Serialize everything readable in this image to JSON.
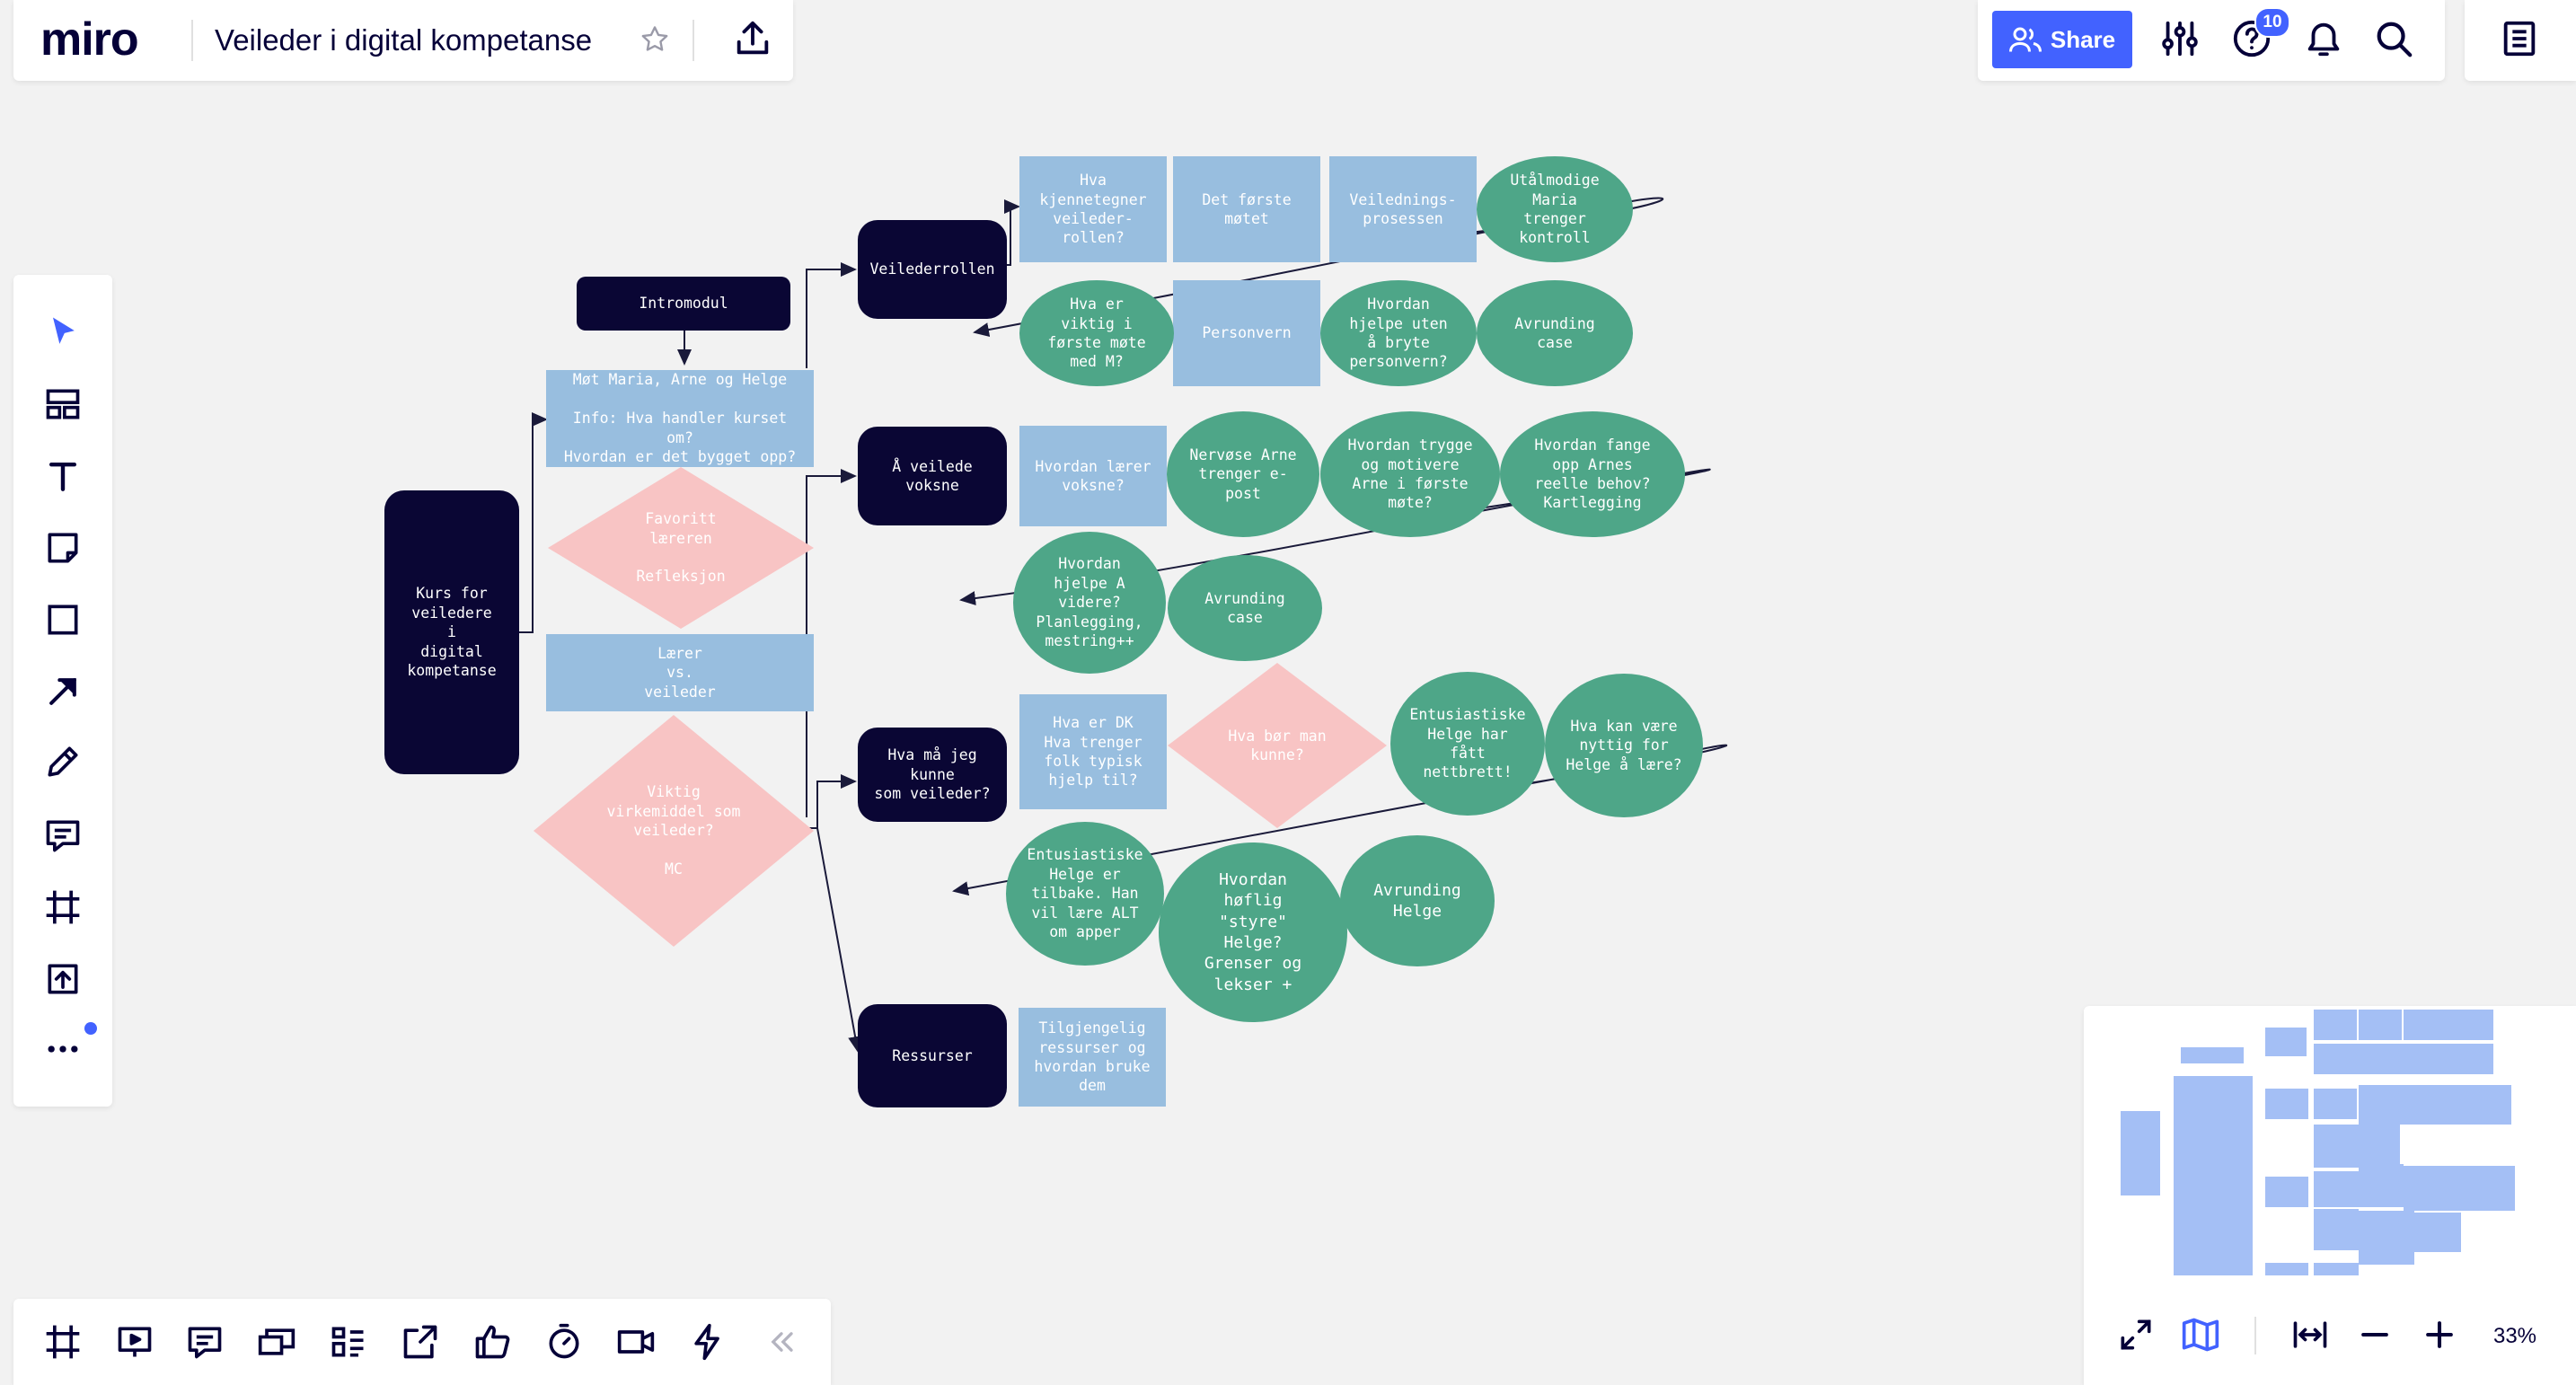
{
  "app": {
    "logo": "miro",
    "board_title": "Veileder i digital kompetanse"
  },
  "header": {
    "share_label": "Share",
    "help_badge": "10",
    "icons": [
      "star-icon",
      "upload-icon",
      "share-users-icon",
      "settings-sliders-icon",
      "help-icon",
      "bell-icon",
      "search-icon",
      "notes-icon"
    ]
  },
  "left_toolbar": {
    "tools": [
      "select-cursor-icon",
      "templates-icon",
      "text-icon",
      "sticky-note-icon",
      "shape-icon",
      "arrow-icon",
      "pen-icon",
      "comment-icon",
      "frame-icon",
      "upload-file-icon",
      "more-icon"
    ]
  },
  "bottom_toolbar": {
    "tools": [
      "frames-icon",
      "presentation-icon",
      "comments-icon",
      "cards-icon",
      "kanban-icon",
      "export-icon",
      "vote-icon",
      "timer-icon",
      "video-icon",
      "lightning-icon",
      "collapse-icon"
    ]
  },
  "zoom": {
    "level": "33%"
  },
  "colors": {
    "accent": "#4262ff",
    "dark_node": "#0a0634",
    "blue_node": "#98bedf",
    "green_node": "#4ea688",
    "pink_node": "#f8c4c4"
  },
  "diagram": {
    "course": "Kurs for\nveiledere\ni\ndigital\nkompetanse",
    "intro": "Intromodul",
    "meet": "Møt Maria, Arne og Helge\n\nInfo: Hva handler kurset om?\nHvordan er det bygget opp?",
    "favoritt": "Favoritt\nlæreren\n\nRefleksjon",
    "laerer": "Lærer\nvs.\nveileder",
    "viktig": "Viktig\nvirkemiddel som\nveileder?\n\nMC",
    "veilederrollen": "Veilederrollen",
    "kjennetegner": "Hva\nkjennetegner\nveileder-\nrollen?",
    "forste_motet": "Det første\nmøtet",
    "prosessen": "Veilednings-\nprosessen",
    "utalmodige": "Utålmodige\nMaria\ntrenger\nkontroll",
    "viktig_forste": "Hva er\nviktig i\nførste møte\nmed M?",
    "personvern": "Personvern",
    "hjelpe_uten": "Hvordan\nhjelpe uten\nå bryte\npersonvern?",
    "avrunding1": "Avrunding\ncase",
    "veilede_voksne": "Å veilede voksne",
    "laerer_voksne": "Hvordan lærer\nvoksne?",
    "nervose": "Nervøse Arne\ntrenger e-\npost",
    "trygge": "Hvordan trygge\nog motivere\nArne i første\nmøte?",
    "fange": "Hvordan fange\nopp Arnes\nreelle behov?\nKartlegging",
    "hjelpe_a": "Hvordan\nhjelpe A\nvidere?\nPlanlegging,\nmestring++",
    "avrunding2": "Avrunding\ncase",
    "ma_kunne": "Hva må jeg kunne\nsom veileder?",
    "dk": "Hva er DK\nHva trenger\nfolk typisk\nhjelp til?",
    "bor_kunne": "Hva bør man\nkunne?",
    "entusiastiske1": "Entusiastiske\nHelge har\nfått\nnettbrett!",
    "nyttig": "Hva kan være\nnyttig for\nHelge å lære?",
    "entusiastiske2": "Entusiastiske\nHelge er\ntilbake. Han\nvil lære ALT\nom apper",
    "hoflig": "Hvordan\nhøflig\n\"styre\"\nHelge?\nGrenser og\nlekser +",
    "avrunding3": "Avrunding\nHelge",
    "ressurser": "Ressurser",
    "tilgjengelig": "Tilgjengelig\nressurser og\nhvordan bruke\ndem"
  }
}
